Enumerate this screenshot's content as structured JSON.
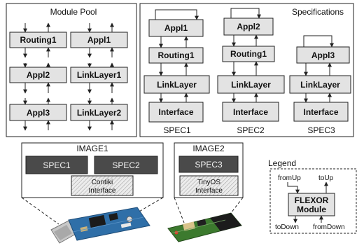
{
  "module_pool": {
    "title": "Module Pool",
    "modules": [
      "Routing1",
      "Appl1",
      "Appl2",
      "LinkLayer1",
      "Appl3",
      "LinkLayer2"
    ]
  },
  "specifications": {
    "title": "Specifications",
    "columns": [
      {
        "label": "SPEC1",
        "modules": [
          "Appl1",
          "Routing1",
          "LinkLayer",
          "Interface"
        ]
      },
      {
        "label": "SPEC2",
        "modules": [
          "Appl2",
          "Routing1",
          "LinkLayer",
          "Interface"
        ]
      },
      {
        "label": "SPEC3",
        "modules": [
          "Appl3",
          "LinkLayer",
          "Interface"
        ]
      }
    ]
  },
  "images": [
    {
      "title": "IMAGE1",
      "specs": [
        "SPEC1",
        "SPEC2"
      ],
      "interface": [
        "Contiki",
        "Interface"
      ]
    },
    {
      "title": "IMAGE2",
      "specs": [
        "SPEC3"
      ],
      "interface": [
        "TinyOS",
        "Interface"
      ]
    }
  ],
  "legend": {
    "title": "Legend",
    "from_up": "fromUp",
    "to_up": "toUp",
    "to_down": "toDown",
    "from_down": "fromDown",
    "module": [
      "FLEXOR",
      "Module"
    ]
  },
  "colors": {
    "module_fill": "#e3e3e3",
    "spec_box_fill": "#4a4a4a",
    "board1_pcb": "#2f6fa8",
    "board2_pcb": "#3c7a2e"
  }
}
